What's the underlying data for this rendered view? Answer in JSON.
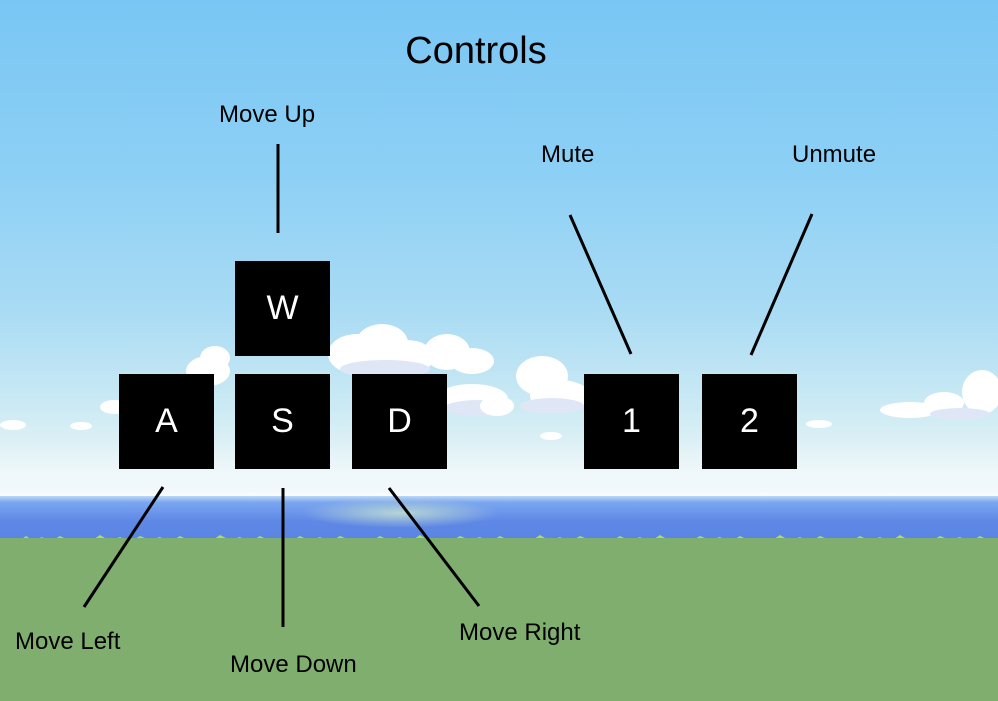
{
  "title": "Controls",
  "keys": {
    "w": "W",
    "a": "A",
    "s": "S",
    "d": "D",
    "one": "1",
    "two": "2"
  },
  "labels": {
    "w": "Move Up",
    "a": "Move Left",
    "s": "Move Down",
    "d": "Move Right",
    "one": "Mute",
    "two": "Unmute"
  }
}
